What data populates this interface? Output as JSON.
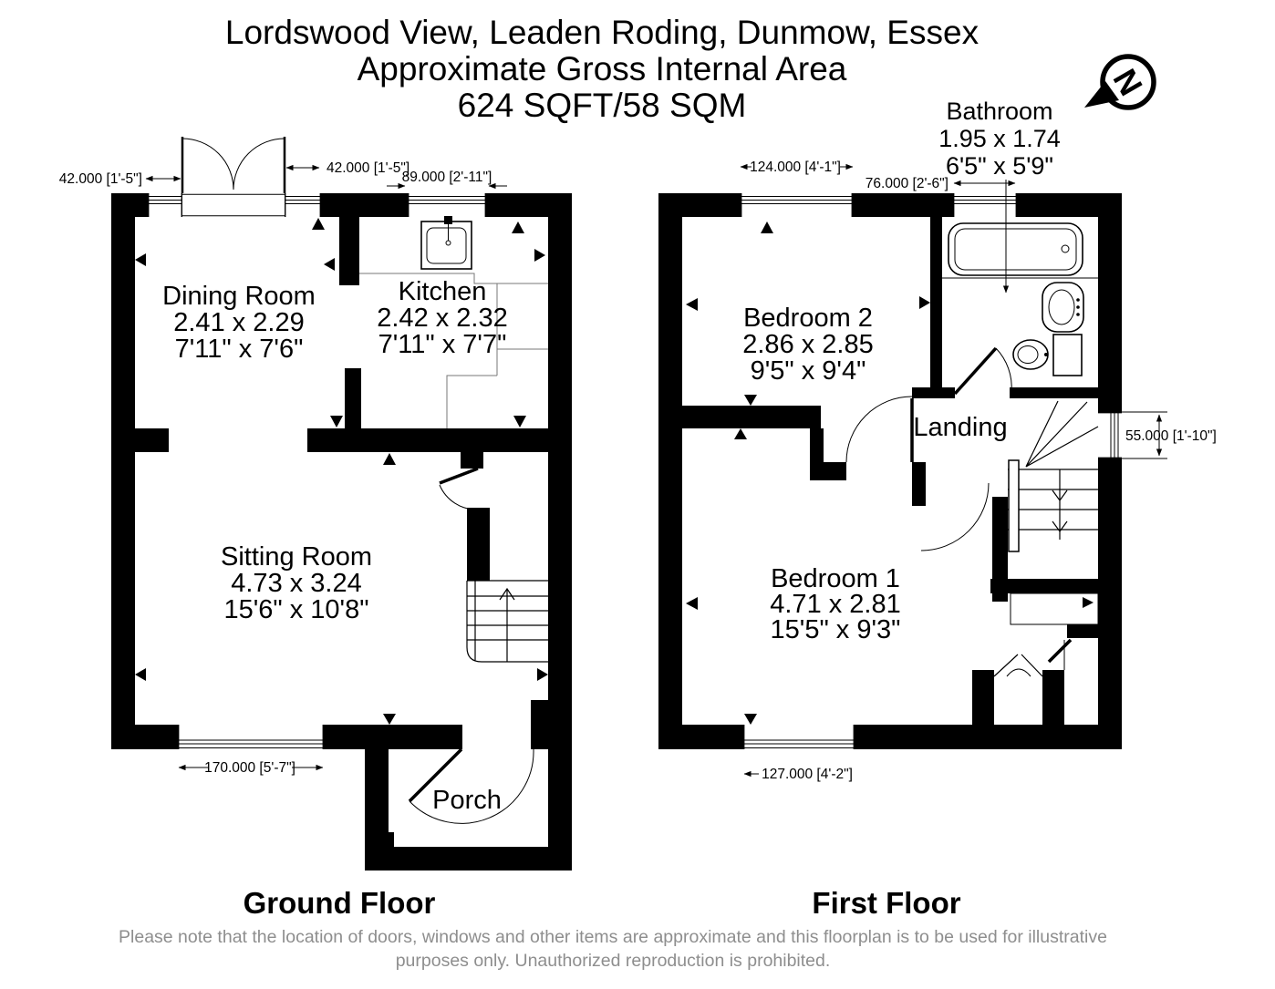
{
  "title": {
    "address": "Lordswood View, Leaden Roding, Dunmow, Essex",
    "area_line": "Approximate Gross Internal Area",
    "area_value": "624 SQFT/58 SQM"
  },
  "compass": {
    "letter": "N"
  },
  "ground_floor": {
    "label": "Ground Floor",
    "rooms": {
      "dining_room": {
        "name": "Dining Room",
        "metric": "2.41 x 2.29",
        "imperial": "7'11\" x 7'6\""
      },
      "kitchen": {
        "name": "Kitchen",
        "metric": "2.42 x 2.32",
        "imperial": "7'11\" x 7'7\""
      },
      "sitting_room": {
        "name": "Sitting Room",
        "metric": "4.73 x 3.24",
        "imperial": "15'6\" x 10'8\""
      },
      "porch": {
        "name": "Porch"
      }
    },
    "dimensions": {
      "window_left": "42.000 [1'-5\"]",
      "window_right": "42.000 [1'-5\"]",
      "kitchen_window": "89.000 [2'-11\"]",
      "sitting_window": "170.000 [5'-7\"]"
    }
  },
  "first_floor": {
    "label": "First Floor",
    "rooms": {
      "bedroom2": {
        "name": "Bedroom 2",
        "metric": "2.86 x 2.85",
        "imperial": "9'5\" x 9'4\""
      },
      "bathroom": {
        "name": "Bathroom",
        "metric": "1.95 x 1.74",
        "imperial": "6'5\" x 5'9\""
      },
      "landing": {
        "name": "Landing"
      },
      "bedroom1": {
        "name": "Bedroom 1",
        "metric": "4.71 x 2.81",
        "imperial": "15'5\" x 9'3\""
      }
    },
    "dimensions": {
      "bedroom2_window": "124.000 [4'-1\"]",
      "bathroom_window": "76.000 [2'-6\"]",
      "landing_window": "55.000 [1'-10\"]",
      "bedroom1_window": "127.000 [4'-2\"]"
    }
  },
  "footer": {
    "disclaimer_line1": "Please note that the location of doors, windows and other items are approximate and this floorplan is to be used for illustrative",
    "disclaimer_line2": "purposes only. Unauthorized reproduction is prohibited."
  },
  "colors": {
    "walls": "#000000",
    "background": "#ffffff",
    "disclaimer_text": "#8e8e8e"
  }
}
